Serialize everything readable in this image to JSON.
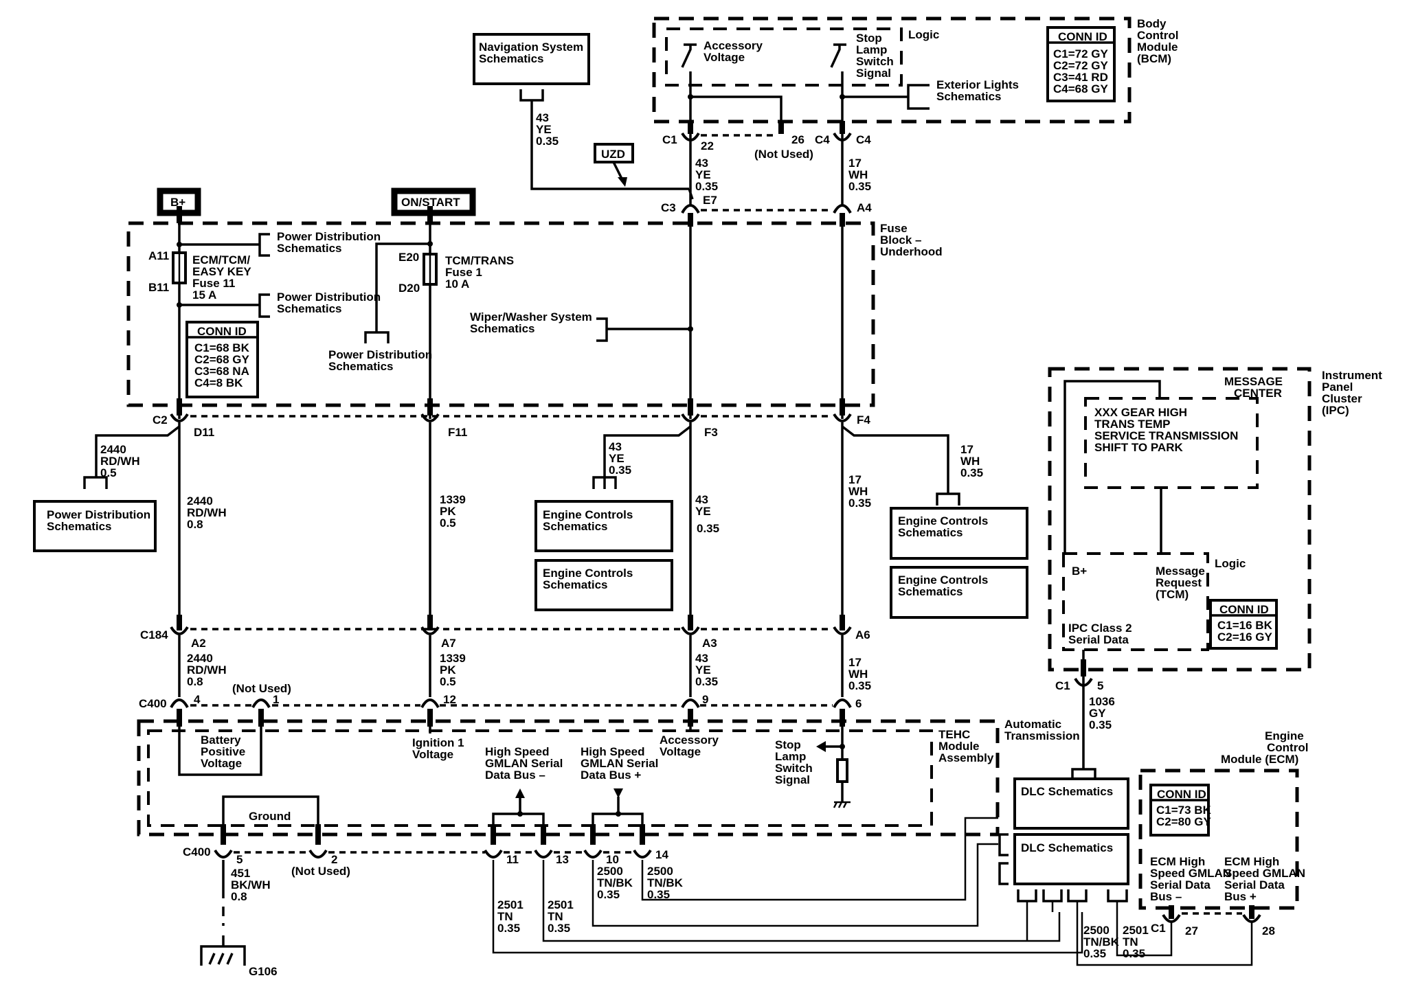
{
  "diagram": {
    "title": "Automatic Transmission Power, Ground, and Data Circuits Wiring Schematic",
    "power_sources": {
      "bplus": "B+",
      "onstart": "ON/START"
    },
    "nav": {
      "box": [
        "Navigation System",
        "Schematics"
      ],
      "wire": [
        "43",
        "YE",
        "0.35"
      ],
      "option": "UZD"
    },
    "bcm": {
      "name": [
        "Body",
        "Control",
        "Module",
        "(BCM)"
      ],
      "logic": "Logic",
      "acc": [
        "Accessory",
        "Voltage"
      ],
      "stop": [
        "Stop",
        "Lamp",
        "Switch",
        "Signal"
      ],
      "ext_lights": [
        "Exterior Lights",
        "Schematics"
      ],
      "conn_title": "CONN ID",
      "conn": [
        "C1=72 GY",
        "C2=72 GY",
        "C3=41 RD",
        "C4=68 GY"
      ],
      "c1": "C1",
      "p22": "22",
      "p26": "26",
      "not_used": "(Not Used)",
      "c4a": "C4",
      "c4b": "C4",
      "w43": [
        "43",
        "YE",
        "0.35"
      ],
      "w17": [
        "17",
        "WH",
        "0.35"
      ]
    },
    "fuse_block": {
      "name": [
        "Fuse",
        "Block –",
        "Underhood"
      ],
      "c3": "C3",
      "e7": "E7",
      "a4": "A4",
      "pd1": [
        "Power Distribution",
        "Schematics"
      ],
      "pd2": [
        "Power Distribution",
        "Schematics"
      ],
      "pd3": [
        "Power Distribution",
        "Schematics"
      ],
      "a11": "A11",
      "b11": "B11",
      "fuse11": [
        "ECM/TCM/",
        "EASY KEY",
        "Fuse 11",
        "15 A"
      ],
      "e20": "E20",
      "d20": "D20",
      "fuse1": [
        "TCM/TRANS",
        "Fuse 1",
        "10 A"
      ],
      "wiper": [
        "Wiper/Washer System",
        "Schematics"
      ],
      "conn_title": "CONN ID",
      "conn": [
        "C1=68 BK",
        "C2=68 GY",
        "C3=68 NA",
        "C4=8 BK"
      ],
      "c2": "C2",
      "d11": "D11",
      "f11": "F11",
      "f3": "F3",
      "f4": "F4"
    },
    "mid": {
      "pd_branch_wire": [
        "2440",
        "RD/WH",
        "0.5"
      ],
      "pd_box": [
        "Power Distribution",
        "Schematics"
      ],
      "w2440": [
        "2440",
        "RD/WH",
        "0.8"
      ],
      "w1339": [
        "1339",
        "PK",
        "0.5"
      ],
      "ec_branch_wire": [
        "43",
        "YE",
        "0.35"
      ],
      "ec_box1": [
        "Engine Controls",
        "Schematics"
      ],
      "ec_box2": [
        "Engine Controls",
        "Schematics"
      ],
      "w43": [
        "43",
        "YE",
        "0.35"
      ],
      "w17": [
        "17",
        "WH",
        "0.35"
      ],
      "ec_branch_wire2": [
        "17",
        "WH",
        "0.35"
      ],
      "ec_box3": [
        "Engine Controls",
        "Schematics"
      ],
      "ec_box4": [
        "Engine Controls",
        "Schematics"
      ]
    },
    "c184": {
      "name": "C184",
      "a2": "A2",
      "a7": "A7",
      "a3": "A3",
      "a6": "A6"
    },
    "lower": {
      "w2440": [
        "2440",
        "RD/WH",
        "0.8"
      ],
      "w1339": [
        "1339",
        "PK",
        "0.5"
      ],
      "w43": [
        "43",
        "YE",
        "0.35"
      ],
      "w17": [
        "17",
        "WH",
        "0.35"
      ],
      "c400": "C400",
      "p4": "4",
      "p1": "1",
      "p12": "12",
      "p9": "9",
      "p6": "6",
      "not_used": "(Not Used)"
    },
    "tehc": {
      "assembly": [
        "Automatic",
        "Transmission"
      ],
      "module": [
        "TEHC",
        "Module",
        "Assembly"
      ],
      "battery": [
        "Battery",
        "Positive",
        "Voltage"
      ],
      "ign": [
        "Ignition 1",
        "Voltage"
      ],
      "hs_minus": [
        "High Speed",
        "GMLAN Serial",
        "Data Bus –"
      ],
      "hs_plus": [
        "High Speed",
        "GMLAN Serial",
        "Data Bus +"
      ],
      "acc": [
        "Accessory",
        "Voltage"
      ],
      "stop": [
        "Stop",
        "Lamp",
        "Switch",
        "Signal"
      ],
      "ground": "Ground"
    },
    "bottom": {
      "c400": "C400",
      "p5": "5",
      "p2": "2",
      "not_used": "(Not Used)",
      "w451": [
        "451",
        "BK/WH",
        "0.8"
      ],
      "g106": "G106",
      "p11": "11",
      "p13": "13",
      "p10": "10",
      "p14": "14",
      "w2501a": [
        "2501",
        "TN",
        "0.35"
      ],
      "w2501b": [
        "2501",
        "TN",
        "0.35"
      ],
      "w2500a": [
        "2500",
        "TN/BK",
        "0.35"
      ],
      "w2500b": [
        "2500",
        "TN/BK",
        "0.35"
      ]
    },
    "ipc": {
      "name": [
        "Instrument",
        "Panel",
        "Cluster",
        "(IPC)"
      ],
      "msg_center": [
        "MESSAGE",
        "CENTER"
      ],
      "messages": [
        "XXX GEAR HIGH",
        "TRANS TEMP",
        "SERVICE TRANSMISSION",
        "SHIFT TO PARK"
      ],
      "logic": "Logic",
      "bplus": "B+",
      "msg_req": [
        "Message",
        "Request",
        "(TCM)"
      ],
      "serial": [
        "IPC Class 2",
        "Serial Data"
      ],
      "conn_title": "CONN ID",
      "conn": [
        "C1=16 BK",
        "C2=16 GY"
      ],
      "c1": "C1",
      "p5": "5",
      "w1036": [
        "1036",
        "GY",
        "0.35"
      ]
    },
    "dlc": {
      "box1": "DLC Schematics",
      "box2": "DLC Schematics"
    },
    "ecm": {
      "name": [
        "Engine",
        "Control",
        "Module (ECM)"
      ],
      "conn_title": "CONN ID",
      "conn": [
        "C1=73 BK",
        "C2=80 GY"
      ],
      "bus_minus": [
        "ECM High",
        "Speed GMLAN",
        "Serial Data",
        "Bus –"
      ],
      "bus_plus": [
        "ECM High",
        "Speed GMLAN",
        "Serial Data",
        "Bus +"
      ],
      "c1": "C1",
      "p27": "27",
      "p28": "28",
      "w2500": [
        "2500",
        "TN/BK",
        "0.35"
      ],
      "w2501": [
        "2501",
        "TN",
        "0.35"
      ]
    }
  }
}
